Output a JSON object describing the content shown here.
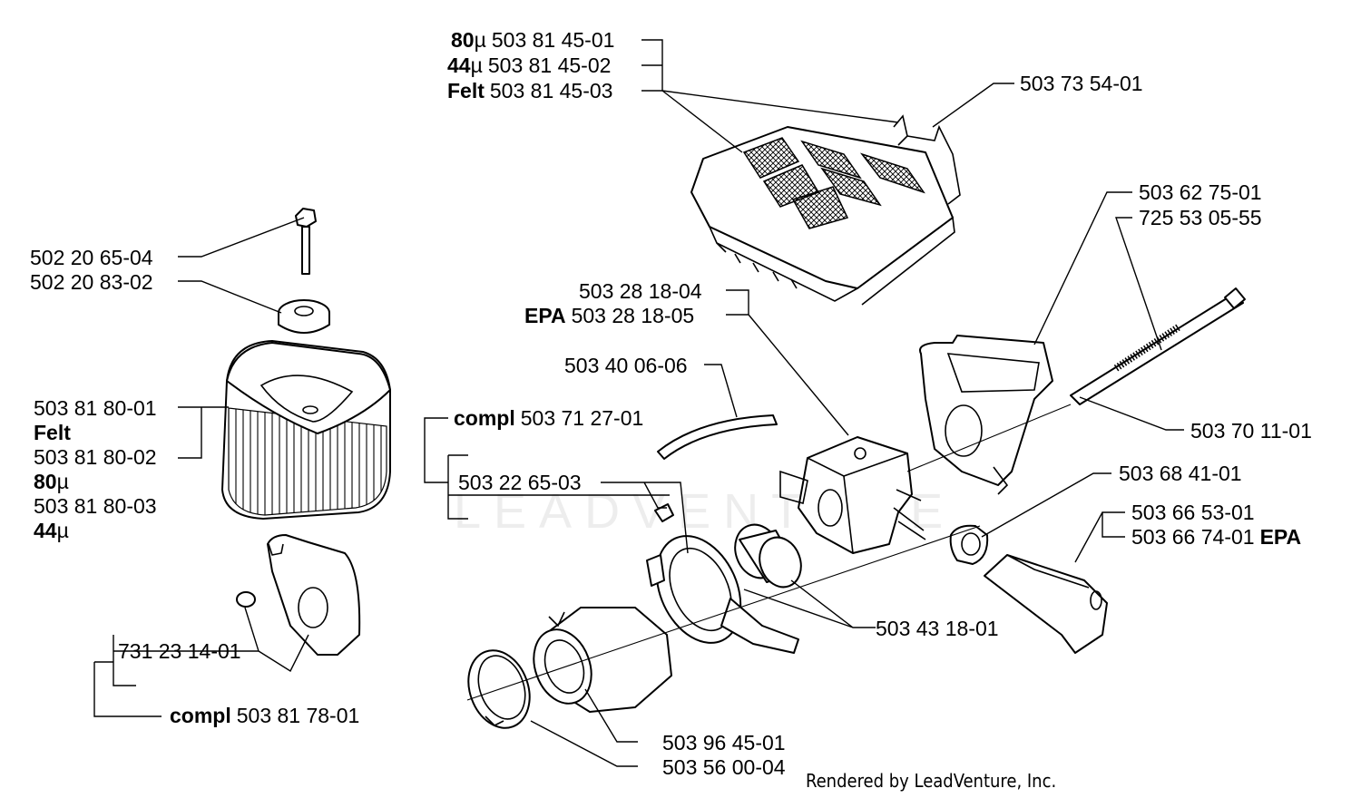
{
  "labels": {
    "top_80u_prefix": "80",
    "top_80u_num": "503 81 45-01",
    "top_44u_prefix": "44",
    "top_44u_num": "503 81 45-02",
    "top_felt_prefix": "Felt",
    "top_felt_num": "503 81 45-03",
    "micro": "µ",
    "clip_top": "503 73 54-01",
    "p503627501": "503 62 75-01",
    "p725530555": "725 53 05-55",
    "p502206504": "502 20 65-04",
    "p502208302": "502 20 83-02",
    "p503281804": "503 28 18-04",
    "epa_prefix": "EPA",
    "p503281805": "503 28 18-05",
    "p503400606": "503 40 06-06",
    "filter_num1": "503 81 80-01",
    "filter_felt": "Felt",
    "filter_num2": "503 81 80-02",
    "filter_80u": "80",
    "filter_num3": "503 81 80-03",
    "filter_44u": "44",
    "compl_prefix": "compl",
    "p503712701": "503 71 27-01",
    "p503701101": "503 70 11-01",
    "p503226503": "503 22 65-03",
    "p503684101": "503 68 41-01",
    "p503665301": "503 66 53-01",
    "p503667401": "503 66 74-01",
    "epa_suffix": "EPA",
    "p503431801": "503 43 18-01",
    "p731231401": "731 23 14-01",
    "p503817801": "503 81 78-01",
    "p503964501": "503 96 45-01",
    "p503560004": "503 56 00-04"
  },
  "credit": "Rendered by LeadVenture, Inc.",
  "watermark": "LEADVENTURE"
}
